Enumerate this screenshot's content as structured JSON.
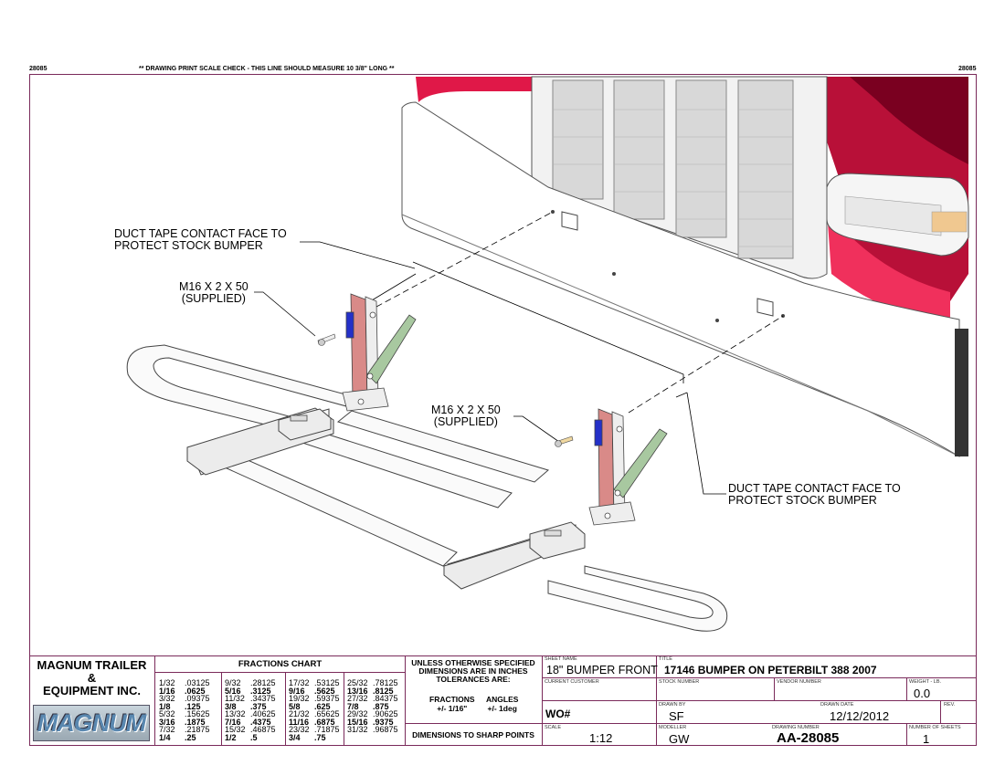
{
  "header": {
    "left_id": "28085",
    "scale_check": "** DRAWING PRINT SCALE CHECK - THIS LINE SHOULD MEASURE 10 3/8\" LONG **",
    "right_id": "28085"
  },
  "callouts": {
    "duct_tape_left": [
      "DUCT TAPE CONTACT FACE TO",
      "PROTECT STOCK BUMPER"
    ],
    "bolt_left": [
      "M16 X 2 X 50",
      "(SUPPLIED)"
    ],
    "bolt_right": [
      "M16 X 2 X 50",
      "(SUPPLIED)"
    ],
    "duct_tape_right": [
      "DUCT TAPE CONTACT FACE TO",
      "PROTECT STOCK BUMPER"
    ]
  },
  "company": {
    "name_line1": "MAGNUM TRAILER",
    "name_line2": "&",
    "name_line3": "EQUIPMENT INC.",
    "logo_text": "MAGNUM"
  },
  "fractions_chart": {
    "title": "FRACTIONS CHART",
    "columns": [
      [
        [
          "1/32",
          ".03125"
        ],
        [
          "1/16",
          ".0625"
        ],
        [
          "3/32",
          ".09375"
        ],
        [
          "1/8",
          ".125"
        ],
        [
          "5/32",
          ".15625"
        ],
        [
          "3/16",
          ".1875"
        ],
        [
          "7/32",
          ".21875"
        ],
        [
          "1/4",
          ".25"
        ]
      ],
      [
        [
          "9/32",
          ".28125"
        ],
        [
          "5/16",
          ".3125"
        ],
        [
          "11/32",
          ".34375"
        ],
        [
          "3/8",
          ".375"
        ],
        [
          "13/32",
          ".40625"
        ],
        [
          "7/16",
          ".4375"
        ],
        [
          "15/32",
          ".46875"
        ],
        [
          "1/2",
          ".5"
        ]
      ],
      [
        [
          "17/32",
          ".53125"
        ],
        [
          "9/16",
          ".5625"
        ],
        [
          "19/32",
          ".59375"
        ],
        [
          "5/8",
          ".625"
        ],
        [
          "21/32",
          ".65625"
        ],
        [
          "11/16",
          ".6875"
        ],
        [
          "23/32",
          ".71875"
        ],
        [
          "3/4",
          ".75"
        ]
      ],
      [
        [
          "25/32",
          ".78125"
        ],
        [
          "13/16",
          ".8125"
        ],
        [
          "27/32",
          ".84375"
        ],
        [
          "7/8",
          ".875"
        ],
        [
          "29/32",
          ".90625"
        ],
        [
          "15/16",
          ".9375"
        ],
        [
          "31/32",
          ".96875"
        ]
      ]
    ]
  },
  "tolerances": {
    "line1": "UNLESS OTHERWISE SPECIFIED",
    "line2": "DIMENSIONS ARE IN INCHES",
    "line3": "TOLERANCES ARE:",
    "fractions_label": "FRACTIONS",
    "fractions_value": "+/- 1/16\"",
    "angles_label": "ANGLES",
    "angles_value": "+/- 1deg",
    "sharp_points": "DIMENSIONS TO SHARP POINTS"
  },
  "title_block": {
    "sheet_name_label": "SHEET NAME",
    "sheet_name": "18\" BUMPER FRONT",
    "title_label": "TITLE",
    "title": "17146 BUMPER ON PETERBILT 388 2007",
    "current_customer_label": "CURRENT CUSTOMER",
    "stock_number_label": "STOCK NUMBER",
    "vendor_number_label": "VENDOR NUMBER",
    "weight_label": "WEIGHT - LB.",
    "weight": "0.0",
    "wo_label": "WO#",
    "drawn_by_label": "DRAWN BY",
    "drawn_by": "SF",
    "drawn_date_label": "DRAWN DATE",
    "drawn_date": "12/12/2012",
    "rev_label": "REV.",
    "scale_label": "SCALE",
    "scale": "1:12",
    "modeller_label": "MODELLER",
    "modeller": "GW",
    "drawing_number_label": "DRAWING NUMBER",
    "drawing_number": "AA-28085",
    "sheets_label": "NUMBER OF SHEETS",
    "sheets": "1"
  },
  "colors": {
    "border": "#7a2a5a",
    "truck_red": "#e01848",
    "bracket_pink": "#d98a88",
    "pad_blue": "#2430c8",
    "arm_green": "#a8c8a0"
  }
}
